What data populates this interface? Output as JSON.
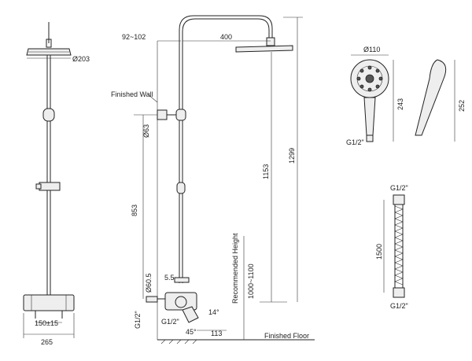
{
  "front_view": {
    "head_diameter": "Ø203",
    "mixer_spacing": "150±15",
    "total_width": "265"
  },
  "side_view": {
    "wall_offset": "92~102",
    "arm_length": "400",
    "finished_wall": "Finished Wall",
    "bracket_diameter": "Ø63",
    "bracket_to_mixer": "853",
    "mixer_to_head": "1153",
    "overall_height": "1299",
    "recommended_height_label": "Recommended Height",
    "recommended_height_value": "1000~1100",
    "knob_diameter": "Ø60.5",
    "knob_offset": "5.5",
    "inlet_thread": "G1/2\"",
    "spout_thread": "G1/2\"",
    "angle_small": "14°",
    "angle_large": "45°",
    "spout_reach": "113",
    "finished_floor": "Finished Floor"
  },
  "hand_shower": {
    "face_diameter": "Ø110",
    "length": "243",
    "side_length": "252",
    "thread": "G1/2\""
  },
  "hose": {
    "top_thread": "G1/2\"",
    "length": "1500",
    "bottom_thread": "G1/2\""
  }
}
